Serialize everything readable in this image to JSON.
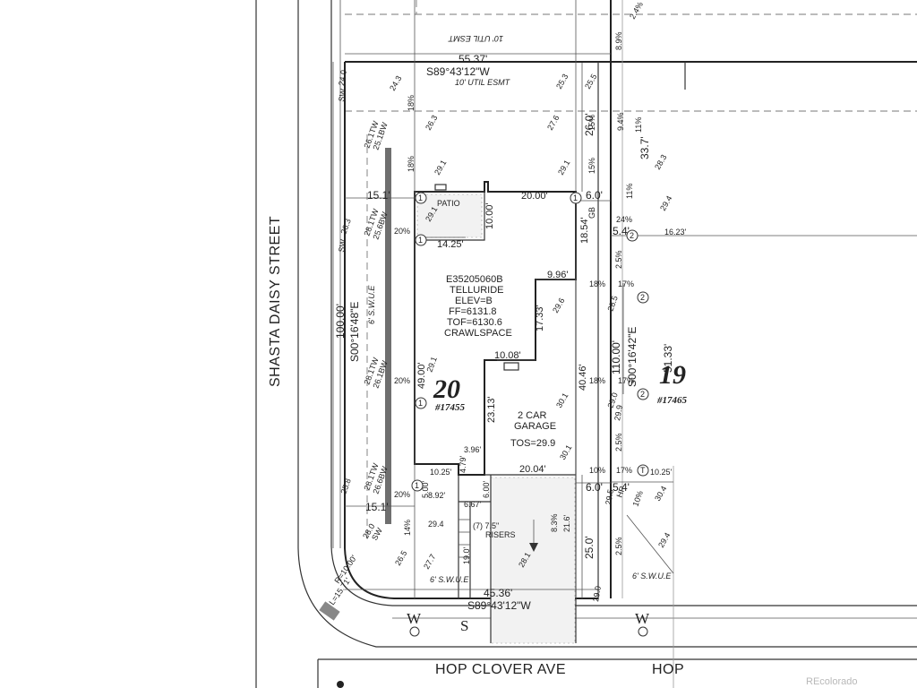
{
  "street_name": "SHASTA DAISY STREET",
  "avenue_name": "HOP CLOVER AVE",
  "avenue_name_partial": "HOP",
  "lot": {
    "number": "20",
    "address": "#17455"
  },
  "adjacent_lot": {
    "number": "19",
    "address": "#17465"
  },
  "house": {
    "lines": [
      "E35205060B",
      "TELLURIDE",
      "ELEV=B",
      "FF=6131.8",
      "TOF=6130.6",
      "CRAWLSPACE"
    ],
    "patio_label": "PATIO",
    "garage_lines": [
      "2 CAR",
      "GARAGE"
    ],
    "tos": "TOS=29.9",
    "risers": "(7) 7.5\"",
    "risers_label": "RISERS"
  },
  "easements": {
    "util_top": "10' UTIL ESMT",
    "util_upside": "10' UTIL ESMT",
    "swue_left": "6' S.W.U.E",
    "swue_bottom": "6' S.W.U.E",
    "swue_bottom_right": "6' S.W.U.E"
  },
  "dimensions": {
    "top_length": "55.37'",
    "top_bearing": "S89°43'12\"W",
    "bottom_length": "45.36'",
    "bottom_bearing": "S89°43'12\"W",
    "left_length": "100.00'",
    "left_bearing": "S00°16'48\"E",
    "right_length": "110.00'",
    "right_bearing": "S00°16'42\"E",
    "right_far": "51.33'",
    "right_top": "33.7'",
    "radius": "R=10.00'",
    "arc": "L=15.71'",
    "house_top": "20.00'",
    "patio_depth": "10.00'",
    "patio_width": "14.25'",
    "jog_top": "9.96'",
    "jog_depth": "17.33'",
    "side_left": "49.00'",
    "mid_jog": "10.08'",
    "right_upper": "18.54'",
    "right_lower": "40.46'",
    "garage_depth": "23.13'",
    "garage_front": "20.04'",
    "step_a": "3.96'",
    "step_b": "4.79'",
    "front_left": "10.25'",
    "front_b": "5.00'",
    "front_c": "8.92'",
    "front_d": "6.67'",
    "front_e": "6.00'",
    "setback_left_top": "15.1'",
    "setback_left_bottom": "15.1'",
    "setback_right_top": "6.0'",
    "setback_right_bottom": "6.0'",
    "side_5a": "5.4'",
    "side_5b": "5.4'",
    "right_10": "10.25'",
    "right_1623": "16.23'",
    "drive_len": "25.0'",
    "front_walk": "19.0'",
    "drive_top": "26.0'",
    "slope_drive": "8.3%",
    "drive_elev": "21.6'"
  },
  "elevations": {
    "e243": "24.3",
    "e253": "25.3",
    "e255": "25.5",
    "e240": "24.0",
    "e263": "26.3",
    "e276": "27.6",
    "e291a": "29.1",
    "e291b": "29.1",
    "e291c": "29.1",
    "e291d": "29.1",
    "e296": "29.6",
    "e285": "28.5",
    "e294": "29.4",
    "e301a": "30.1",
    "e290": "29.0",
    "e299": "29.9",
    "e301b": "30.1",
    "e295": "29.5",
    "e304": "30.4",
    "e294b": "29.4",
    "e280": "28.0",
    "e265": "26.5",
    "e277": "27.7",
    "e281": "28.1",
    "e290b": "29.0",
    "e283": "28.3",
    "e294c": "29.4",
    "e261": "26.1",
    "e251": "25.1",
    "e263b": "26.3",
    "e258": "25.8",
    "e261tw": "26.1TW",
    "e251bw": "25.1BW",
    "e281tw": "28.1TW",
    "e256bw": "25.6BW",
    "e281tw2": "28.1TW",
    "e261bw": "26.1BW",
    "e281tw3": "28.1TW",
    "e266bw": "26.6BW"
  },
  "slopes": {
    "s18a": "18%",
    "s18b": "18%",
    "s15a": "15%",
    "s15b": "15%",
    "s20a": "20%",
    "s20b": "20%",
    "s20c": "20%",
    "s18c": "18%",
    "s18d": "18%",
    "s17a": "17%",
    "s17b": "17%",
    "s10": "10%",
    "s17c": "17%",
    "s24": "24%",
    "s25a": "2.5%",
    "s25b": "2.5%",
    "s25c": "2.5%",
    "s11a": "11%",
    "s11b": "11%",
    "s94": "9.4%",
    "s89": "8.9%",
    "s14": "14%",
    "s10b": "10%",
    "s24b": "2.4%"
  },
  "markers": {
    "one": "1",
    "two": "2",
    "tee": "T",
    "w": "W",
    "s": "S",
    "gb": "GB",
    "hp": "HP",
    "sw": "SW"
  },
  "watermark": "REcolorado"
}
